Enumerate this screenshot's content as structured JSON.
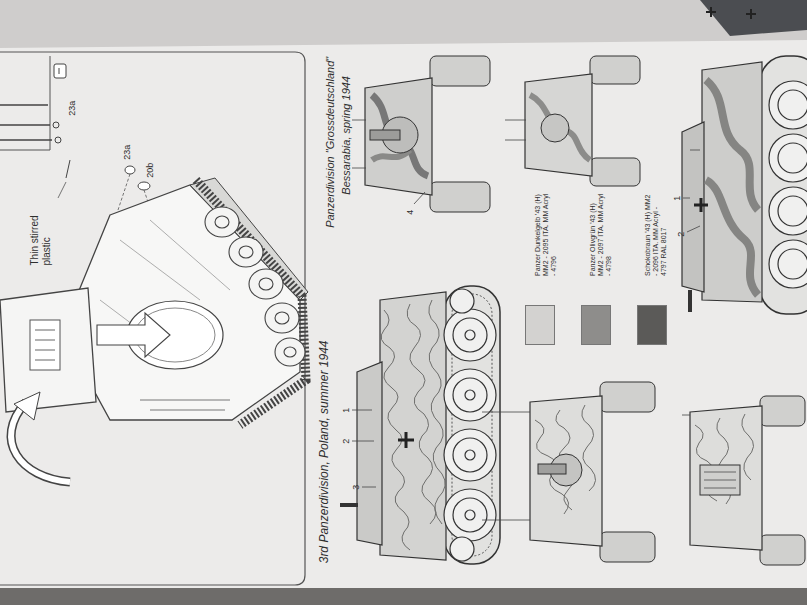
{
  "diagram": {
    "labels": [
      "23a",
      "Thin stirred plastic",
      "23a",
      "20b",
      "Panzerdivision \"Grossdeutschland\"",
      "Bessarabia, spring 1944",
      "4",
      "3rd Panzerdivision, Poland, summer 1944",
      "1",
      "2",
      "3",
      "1",
      "2"
    ],
    "legend": [
      {
        "text": "Panzer Dunkelgelb '43 (H) MM2 - 2095 ITA. MM Acryl - 4796",
        "color": "#d3d2d0"
      },
      {
        "text": "Panzer Olivgrün '43 (H) MM2 - 2097 ITA. MM Acryl - 4798",
        "color": "#8e8d8b"
      },
      {
        "text": "Schokobraun '43 (H) MM2 - 2096 ITA. MM Acryl - 4797 RAL 8017",
        "color": "#5b5a58"
      }
    ]
  }
}
